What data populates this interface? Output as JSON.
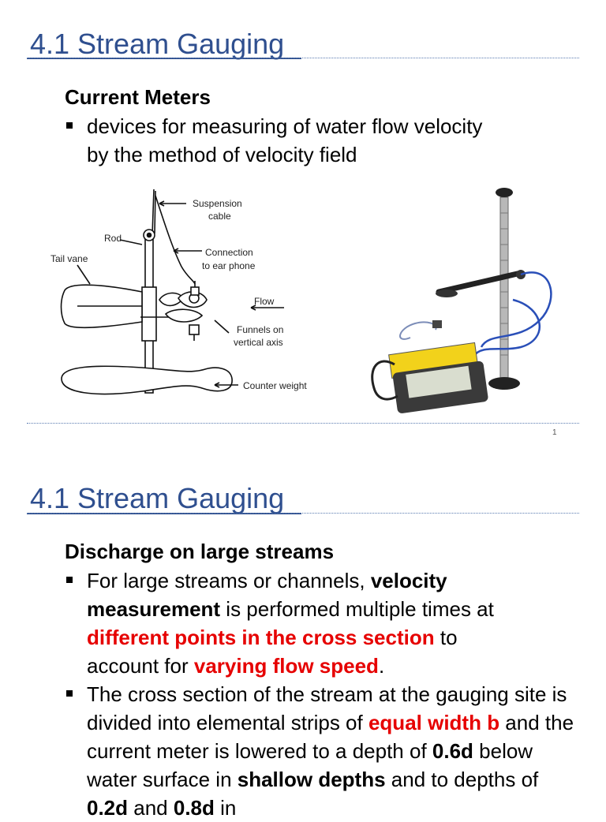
{
  "slide1": {
    "title": "4.1 Stream Gauging",
    "heading": "Current Meters",
    "bullet": "devices for measuring of water flow velocity by the method of velocity field",
    "diagram_labels": {
      "suspension_line1": "Suspension",
      "suspension_line2": "cable",
      "rod": "Rod",
      "tail_vane": "Tail vane",
      "connection_line1": "Connection",
      "connection_line2": "to ear phone",
      "flow": "Flow",
      "funnels_line1": "Funnels on",
      "funnels_line2": "vertical axis",
      "counter_weight": "Counter weight"
    },
    "page_number": "1"
  },
  "slide2": {
    "title": "4.1 Stream Gauging",
    "heading": "Discharge on large streams",
    "bullet1": {
      "t1": "For large streams or channels, ",
      "b1": "velocity measurement",
      "t2": " is performed multiple times at ",
      "r1": "different points in the cross section",
      "t3": " to account for ",
      "r2": "varying flow speed",
      "t4": "."
    },
    "bullet2": {
      "t1": "The cross section of the stream at the gauging site is divided into elemental strips of ",
      "r1": "equal width b",
      "t2": " and the current meter is lowered to a depth of ",
      "b1": "0.6d",
      "t3": " below water surface in ",
      "b2": "shallow depths",
      "t4": " and to depths of ",
      "b3": "0.2d",
      "t5": " and ",
      "b4": "0.8d",
      "t6": " in"
    }
  },
  "colors": {
    "title": "#2f4f8f",
    "emphasis_red": "#e60000",
    "meter_yellow": "#f2d21b",
    "cable_blue": "#2a4fb8"
  }
}
